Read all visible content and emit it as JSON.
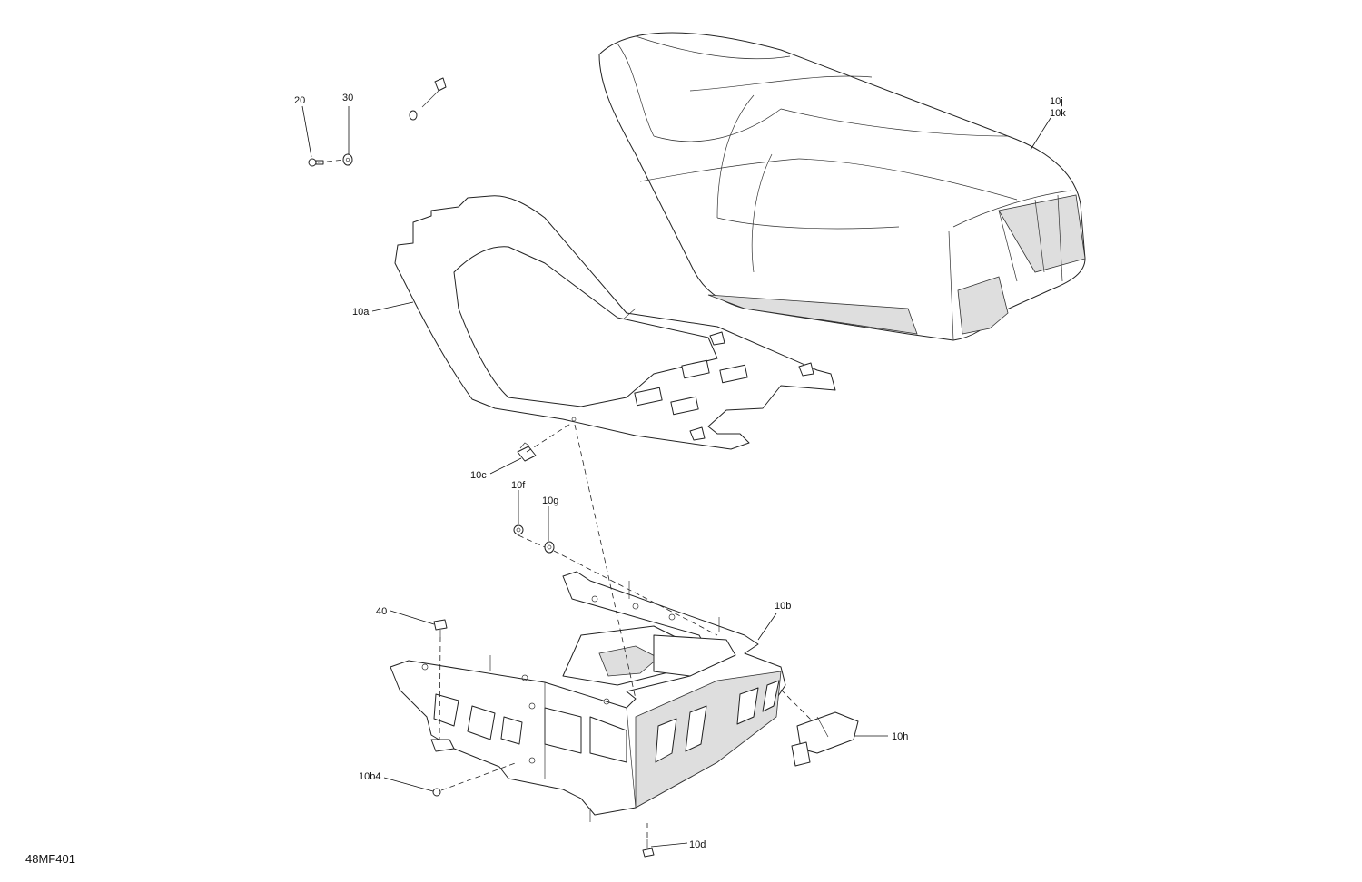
{
  "figure_code": "48MF401",
  "callouts": {
    "c20": "20",
    "c30": "30",
    "c10j": "10j",
    "c10k": "10k",
    "c10a": "10a",
    "c10c": "10c",
    "c10f": "10f",
    "c10g": "10g",
    "c40": "40",
    "c10b": "10b",
    "c10h": "10h",
    "c10b4": "10b4",
    "c10d": "10d"
  }
}
